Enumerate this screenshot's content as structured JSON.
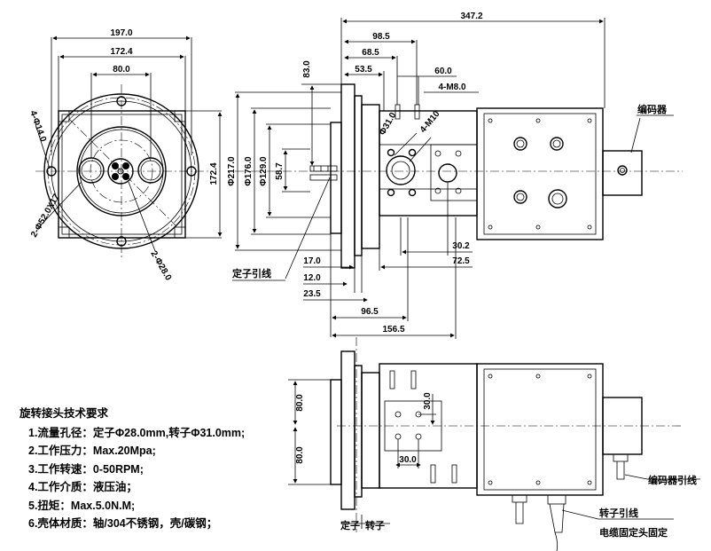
{
  "front_view": {
    "dims": {
      "d197": "197.0",
      "d172_top": "172.4",
      "d80": "80.0",
      "d172_side": "172.4",
      "hole_4": "4-Φ14.0",
      "slot_2": "2-Φ52.0X17",
      "hole_28": "2-Φ28.0"
    }
  },
  "side_view": {
    "dims": {
      "d347": "347.2",
      "d98": "98.5",
      "d68": "68.5",
      "d53": "53.5",
      "d60": "60.0",
      "m8": "4-M8.0",
      "d83": "83.0",
      "d217": "Φ217.0",
      "d176": "Φ176.0",
      "d129": "Φ129.0",
      "d58": "58.7",
      "d31": "Φ31.0",
      "m10": "4-M10",
      "d30_2": "30.2",
      "d72_5": "72.5",
      "d17": "17.0",
      "d12": "12.0",
      "d23": "23.5",
      "d96": "96.5",
      "d156": "156.5"
    },
    "labels": {
      "encoder": "编码器",
      "stator_lead": "定子引线"
    }
  },
  "bottom_view": {
    "dims": {
      "d80_upper": "80.0",
      "d80_lower": "80.0",
      "d30_v": "30.0",
      "d30_h": "30.0"
    },
    "labels": {
      "stator": "定子",
      "rotor": "转子",
      "encoder_lead": "编码器引线",
      "rotor_lead": "转子引线",
      "cable_fix": "电缆固定头固定"
    }
  },
  "requirements": {
    "title": "旋转接头技术要求",
    "items": [
      "1.流量孔径：定子Φ28.0mm,转子Φ31.0mm;",
      "2.工作压力：Max.20Mpa;",
      "3.工作转速：0-50RPM;",
      "4.工作介质：液压油；",
      "5.扭矩：Max.5.0N.M;",
      "6.壳体材质：轴/304不锈钢，壳/碳钢；"
    ]
  }
}
